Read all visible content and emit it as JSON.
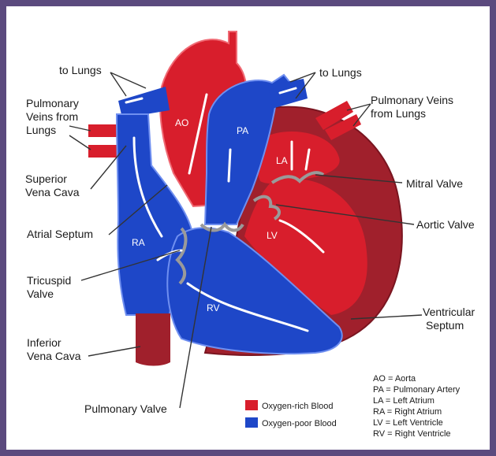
{
  "colors": {
    "frame": "#5b4a7e",
    "oxygen_rich": "#d81e2c",
    "oxygen_poor": "#1e47c8",
    "muscle": "#a0202c"
  },
  "labels": {
    "to_lungs_left": "to Lungs",
    "to_lungs_right": "to Lungs",
    "pulm_veins_left_1": "Pulmonary",
    "pulm_veins_left_2": "Veins from",
    "pulm_veins_left_3": "Lungs",
    "pulm_veins_right_1": "Pulmonary Veins",
    "pulm_veins_right_2": "from Lungs",
    "svc_1": "Superior",
    "svc_2": "Vena Cava",
    "atrial_septum": "Atrial Septum",
    "tricuspid_1": "Tricuspid",
    "tricuspid_2": "Valve",
    "ivc_1": "Inferior",
    "ivc_2": "Vena Cava",
    "pulmonary_valve": "Pulmonary Valve",
    "mitral_valve": "Mitral Valve",
    "aortic_valve": "Aortic Valve",
    "vent_septum_1": "Ventricular",
    "vent_septum_2": "Septum"
  },
  "chambers": {
    "ao": "AO",
    "pa": "PA",
    "la": "LA",
    "lv": "LV",
    "ra": "RA",
    "rv": "RV"
  },
  "legend": {
    "rich": "Oxygen-rich Blood",
    "poor": "Oxygen-poor Blood"
  },
  "abbreviations": [
    "AO = Aorta",
    "PA = Pulmonary Artery",
    "LA = Left Atrium",
    "RA = Right Atrium",
    "LV = Left Ventricle",
    "RV = Right Ventricle"
  ]
}
